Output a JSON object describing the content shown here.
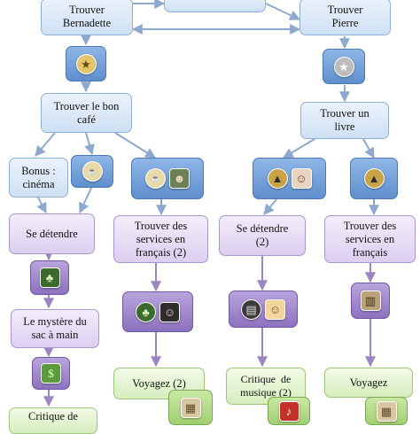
{
  "nodes": {
    "top_center": "",
    "trouver_bernadette": "Trouver\nBernadette",
    "trouver_pierre": "Trouver\nPierre",
    "trouver_cafe": "Trouver le bon\ncafé",
    "trouver_livre": "Trouver un\nlivre",
    "bonus_cinema": "Bonus :\ncinéma",
    "detendre_left": "Se détendre",
    "services_left": "Trouver des\nservices en\nfrançais (2)",
    "detendre_right": "Se détendre\n(2)",
    "services_right": "Trouver des\nservices en\nfrançais",
    "mystere_sac": "Le mystère du\nsac à main",
    "critique_left": "Critique de",
    "voyagez_2": "Voyagez (2)",
    "critique_musique": "Critique  de\nmusique (2)",
    "voyagez": "Voyagez"
  },
  "icons": {
    "badge_gold": "star-badge-icon",
    "badge_silver": "star-badge-silver-icon",
    "cafe_logo": "cafe-logo-icon",
    "person": "person-icon",
    "graduation_hat": "graduation-hat-icon",
    "woman": "woman-portrait-icon",
    "tree": "tree-icon",
    "dark_hair": "woman-dark-hair-icon",
    "money": "money-icon",
    "map": "map-icon",
    "blonde": "blonde-woman-icon",
    "music": "music-note-icon",
    "book": "book-icon"
  },
  "colors": {
    "blue_fill": "#cfe0f4",
    "purple_fill": "#dccff0",
    "green_fill": "#d6edbd",
    "connector": "#8da9cf"
  }
}
